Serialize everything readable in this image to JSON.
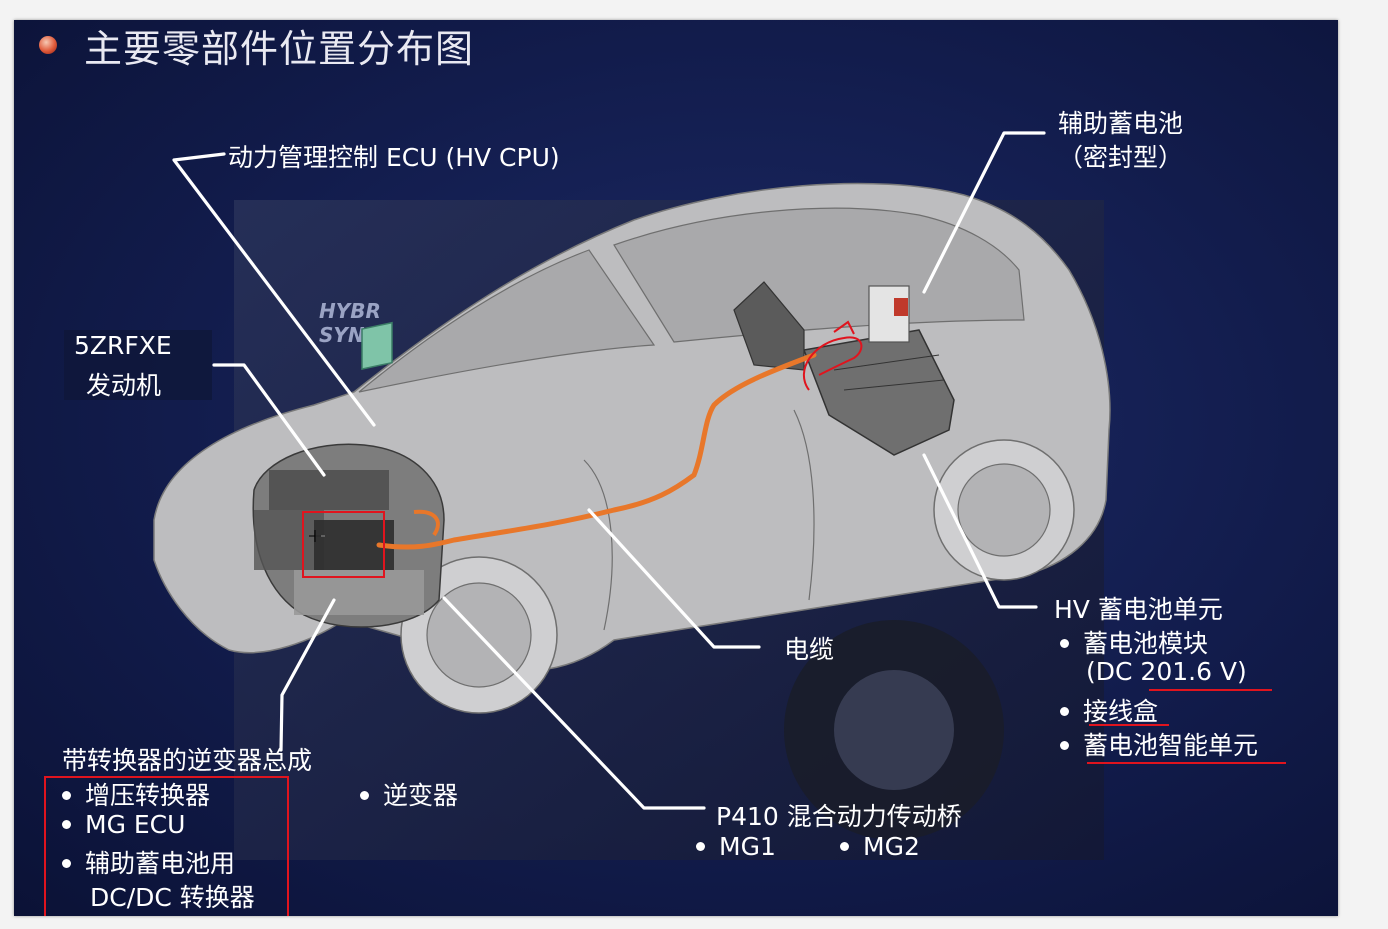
{
  "title": "主要零部件位置分布图",
  "labels": {
    "hv_cpu": "动力管理控制 ECU (HV CPU)",
    "aux_battery_line1": "辅助蓄电池",
    "aux_battery_line2": "（密封型）",
    "engine_line1": "5ZRFXE",
    "engine_line2": "发动机",
    "cable": "电缆",
    "hv_battery_unit": "HV 蓄电池单元",
    "hv_battery_items": [
      "蓄电池模块",
      "(DC 201.6 V)",
      "接线盒",
      "蓄电池智能单元"
    ],
    "inverter_assembly": "带转换器的逆变器总成",
    "inverter_items": [
      "增压转换器",
      "MG ECU",
      "辅助蓄电池用",
      "DC/DC 转换器"
    ],
    "inverter": "逆变器",
    "transaxle": "P410 混合动力传动桥",
    "mg1": "MG1",
    "mg2": "MG2",
    "badge_text": [
      "HYBR",
      "SYNE"
    ]
  },
  "colors": {
    "background": "#121c4c",
    "car_body": "#bdbdbf",
    "cable": "#e8772a",
    "annotation": "#e0141e",
    "leader": "#ffffff"
  }
}
